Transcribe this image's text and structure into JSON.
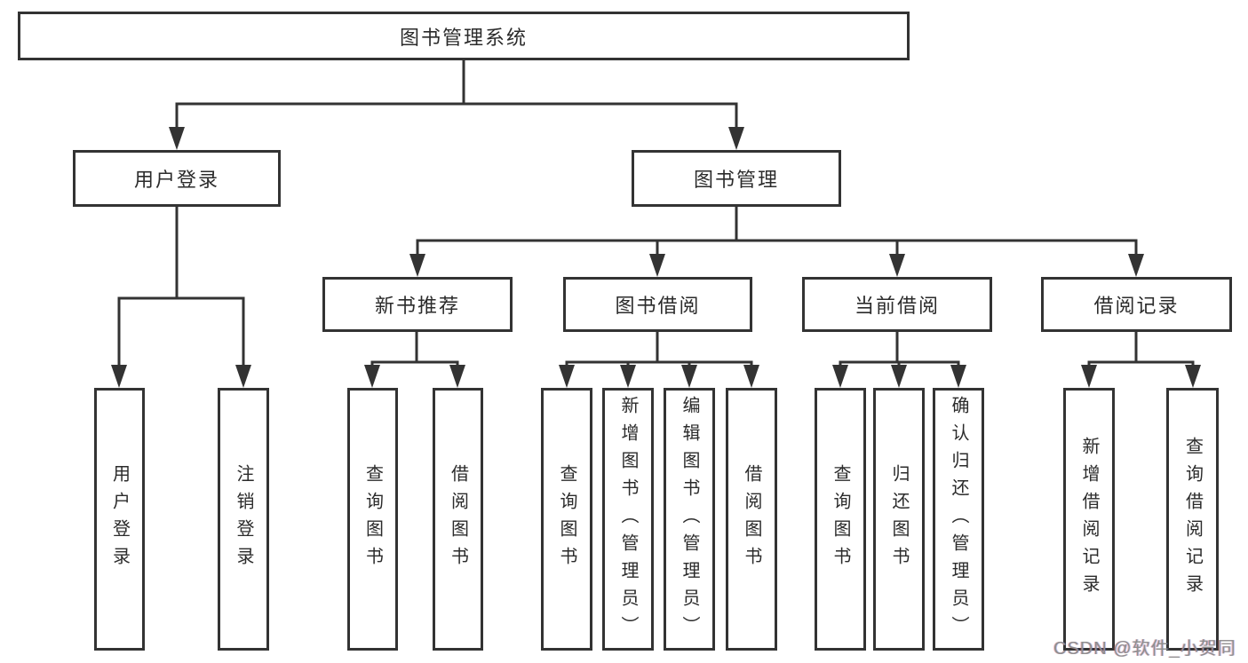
{
  "diagram": {
    "root": {
      "label": "图书管理系统"
    },
    "level2": [
      {
        "label": "用户登录"
      },
      {
        "label": "图书管理"
      }
    ],
    "level3": [
      {
        "label": "新书推荐"
      },
      {
        "label": "图书借阅"
      },
      {
        "label": "当前借阅"
      },
      {
        "label": "借阅记录"
      }
    ],
    "leaves": {
      "user_login": [
        "用户登录",
        "注销登录"
      ],
      "new_book": [
        "查询图书",
        "借阅图书"
      ],
      "book_borrow": [
        "查询图书",
        "新增图书（管理员）",
        "编辑图书（管理员）",
        "借阅图书"
      ],
      "current_borrow": [
        "查询图书",
        "归还图书",
        "确认归还（管理员）"
      ],
      "borrow_records": [
        "新增借阅记录",
        "查询借阅记录"
      ]
    }
  },
  "watermark": {
    "text": "CSDN @软件_小贺同学"
  },
  "colors": {
    "line": "#333333",
    "box_border": "#333333",
    "text": "#2b2b2b",
    "background": "#ffffff",
    "watermark": "#8f8f8f"
  }
}
